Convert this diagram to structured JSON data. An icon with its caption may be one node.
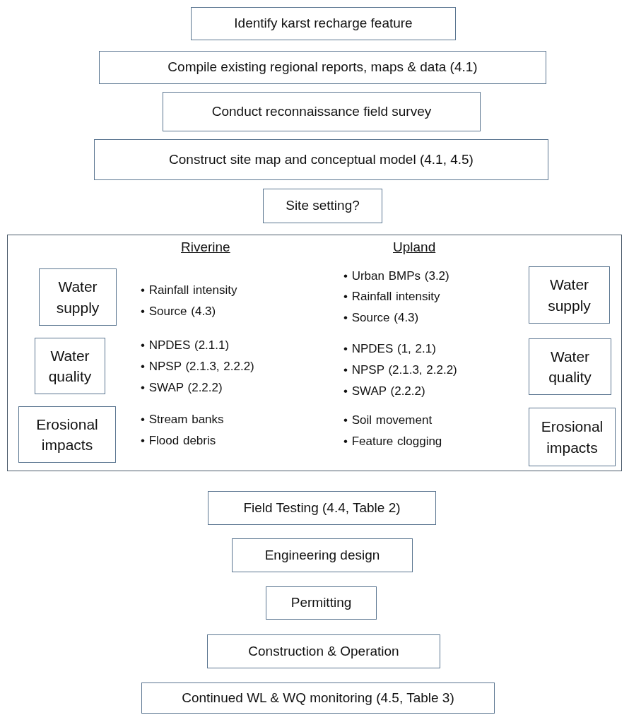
{
  "diagram": {
    "nodes": [
      {
        "text": [
          "Identify karst recharge feature"
        ]
      },
      {
        "text": [
          "Compile existing regional reports, maps & data (4.1)"
        ]
      },
      {
        "text": [
          "Conduct reconnaissance field survey"
        ]
      },
      {
        "text": [
          "Construct site map and conceptual model (4.1, 4.5)"
        ]
      },
      {
        "text": [
          "Site setting?"
        ]
      },
      {
        "text": [
          "Riverine",
          "• Rainfall intensity",
          "• Source (4.3)",
          "• NPDES (2.1.1)",
          "• NPSP (2.1.3, 2.2.2)",
          "• SWAP (2.2.2)",
          "• Stream banks",
          "• Flood debris",
          "Upland",
          "• Urban BMPs (3.2)",
          "• Rainfall intensity",
          "• Source (4.3)",
          "• NPDES (1, 2.1)",
          "• NPSP (2.1.3, 2.2.2)",
          "• SWAP (2.2.2)",
          "• Soil movement",
          "• Feature clogging"
        ]
      },
      {
        "text": [
          "Water supply"
        ],
        "in": 5
      },
      {
        "text": [
          "Water supply"
        ],
        "in": 5
      },
      {
        "text": [
          "Water quality"
        ],
        "in": 5
      },
      {
        "text": [
          "Water quality"
        ],
        "in": 5
      },
      {
        "text": [
          "Erosional impacts"
        ],
        "in": 5
      },
      {
        "text": [
          "Erosional impacts"
        ],
        "in": 5
      },
      {
        "text": [
          "Field Testing (4.4, Table 2)"
        ]
      },
      {
        "text": [
          "Engineering design"
        ]
      },
      {
        "text": [
          "Permitting"
        ]
      },
      {
        "text": [
          "Construction & Operation"
        ]
      },
      {
        "text": [
          "Continued WL & WQ monitoring (4.5, Table 3)"
        ]
      }
    ],
    "edges": []
  }
}
